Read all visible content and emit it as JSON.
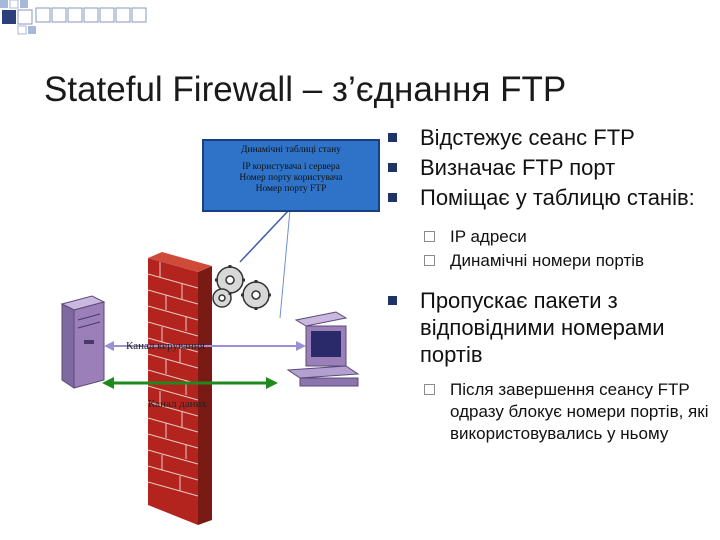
{
  "title": "Stateful Firewall – з’єднання FTP",
  "bullets": [
    {
      "text": "Відстежує сеанс FTP"
    },
    {
      "text": "Визначає FTP порт"
    },
    {
      "text": "Поміщає у таблицю станів:"
    }
  ],
  "sub_bullets_1": [
    {
      "text": "IP адреси"
    },
    {
      "text": "Динамічні номери портів"
    }
  ],
  "bullet_4": "Пропускає пакети з відповідними номерами портів",
  "sub_bullet_2": "Після завершення сеансу FTP одразу блокує номери портів, які використовувались у ньому",
  "diagram": {
    "table_title": "Динамічні таблиці стану",
    "table_lines": [
      "IP користувача і сервера",
      "Номер порту користувача",
      "Номер порту FTP"
    ],
    "control_channel": "Канал керування",
    "data_channel": "Канал даних",
    "colors": {
      "box": "#2e73c8",
      "brick": "#b4241f",
      "control_arrow": "#9b8fd6",
      "data_arrow": "#1e8a1e",
      "computer": "#9b7fb8"
    }
  }
}
